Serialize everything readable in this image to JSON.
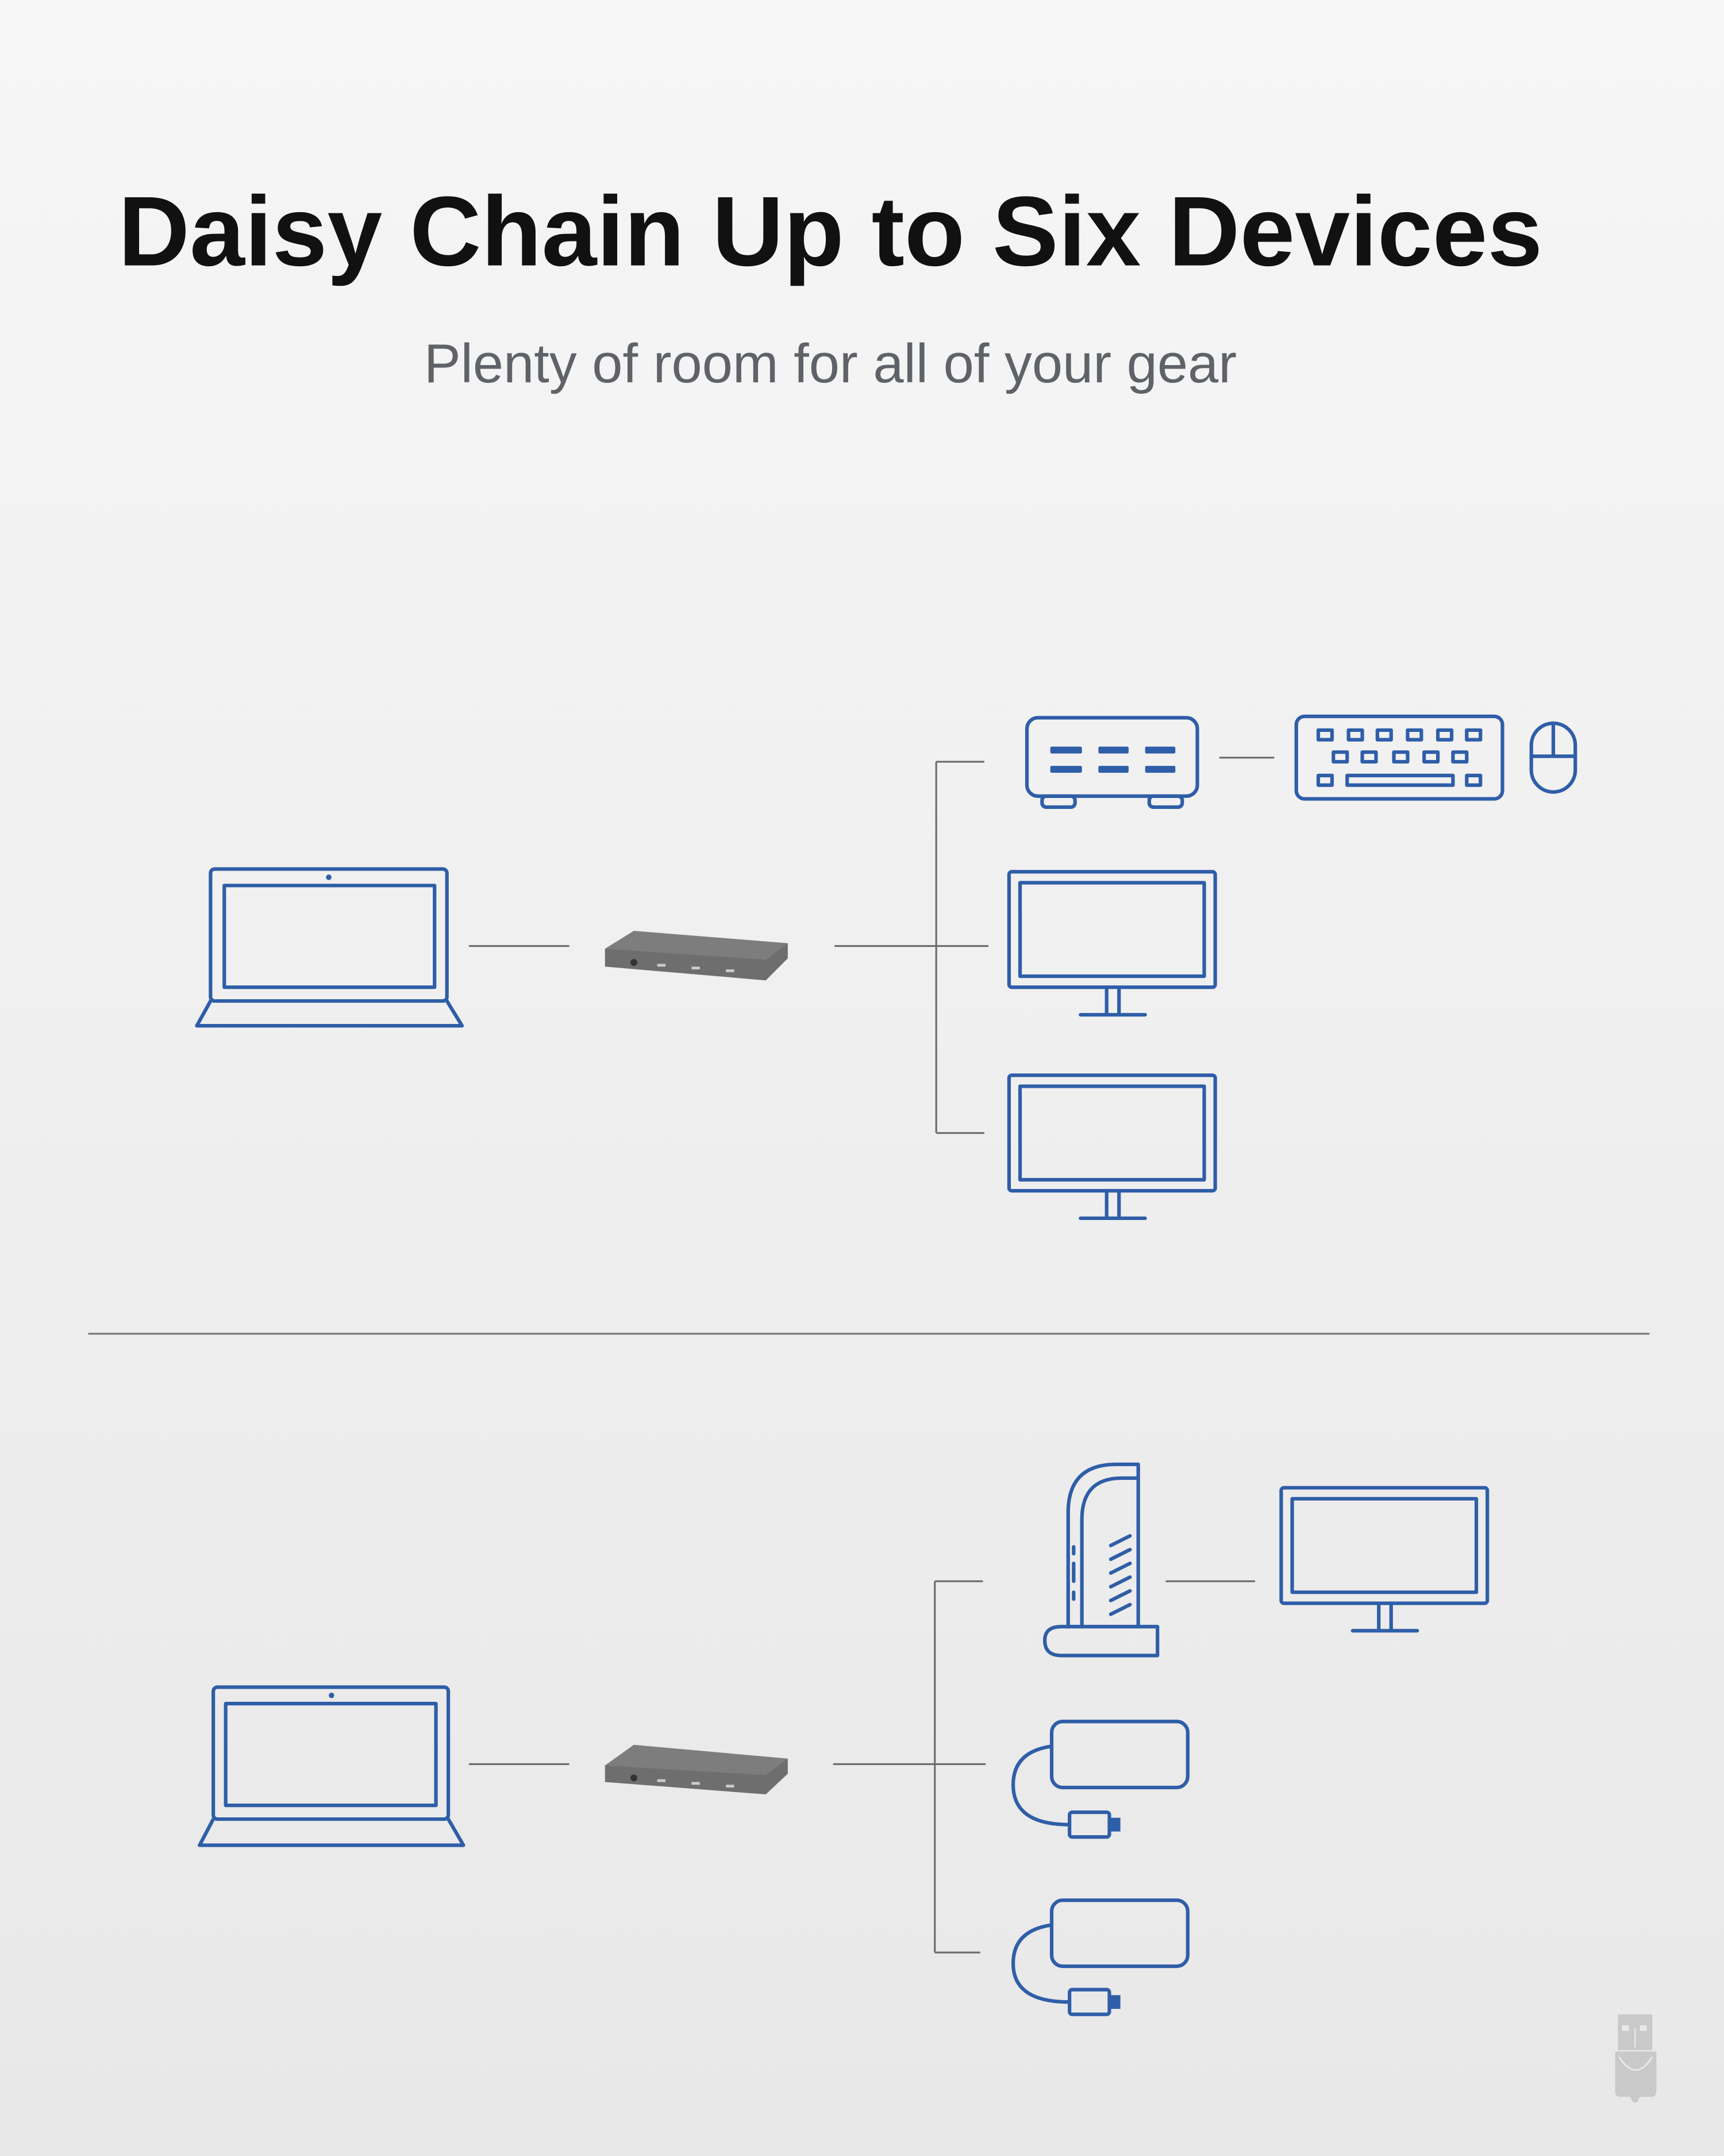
{
  "header": {
    "title": "Daisy Chain Up to Six Devices",
    "subtitle": "Plenty of room for all of your gear"
  },
  "colors": {
    "icon_blue": "#2f5ea8",
    "connector_line": "#6b6b6b",
    "title": "#111111",
    "subtitle": "#5f6368"
  },
  "diagram_top": {
    "source": "laptop-icon",
    "hub": "thunderbolt-hub-image",
    "devices": [
      "usb-hub-icon",
      "keyboard-icon",
      "mouse-icon",
      "monitor-icon",
      "monitor-icon"
    ]
  },
  "diagram_bottom": {
    "source": "laptop-icon",
    "hub": "thunderbolt-hub-image",
    "devices": [
      "docking-station-icon",
      "monitor-icon",
      "external-drive-icon",
      "external-drive-icon"
    ]
  },
  "logo": "usb-logo-icon"
}
